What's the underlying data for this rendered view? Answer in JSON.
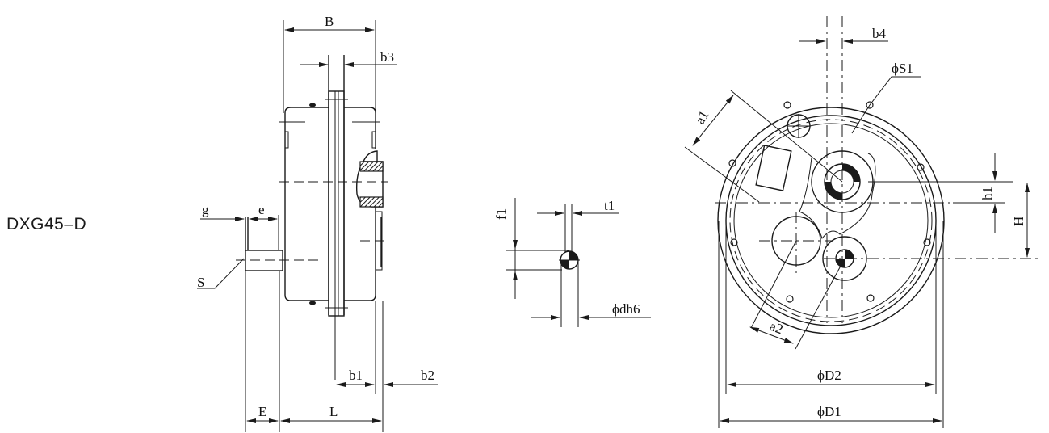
{
  "model": {
    "label": "DXG45–D"
  },
  "side_view": {
    "dimensions": {
      "B": "B",
      "b3": "b3",
      "g": "g",
      "e": "e",
      "S": "S",
      "b1": "b1",
      "b2": "b2",
      "E": "E",
      "L": "L"
    }
  },
  "shaft_detail": {
    "dimensions": {
      "f1": "f1",
      "t1": "t1",
      "dh6": "ϕdh6"
    }
  },
  "front_view": {
    "dimensions": {
      "b4": "b4",
      "S1": "ϕS1",
      "a1": "a1",
      "a2": "a2",
      "h1": "h1",
      "H": "H",
      "D2": "ϕD2",
      "D1": "ϕD1"
    }
  }
}
